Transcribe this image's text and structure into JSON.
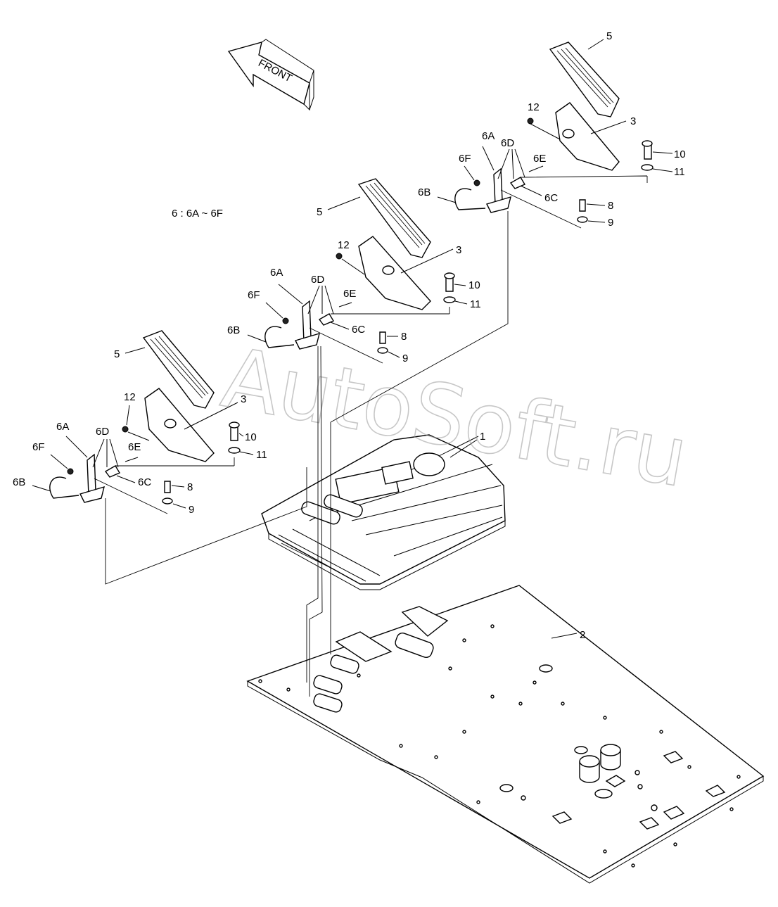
{
  "arrow_label": "FRONT",
  "legend": "6 : 6A ~ 6F",
  "watermark": "AutoSoft.ru",
  "callouts": {
    "right": {
      "pedal": "5",
      "cover": "3",
      "nut": "12",
      "bracket": "6A",
      "spring_group": "6D",
      "pin": "6E",
      "clip": "6F",
      "ubolt": "6B",
      "spring": "6C",
      "bolt_long": "10",
      "washer_long": "11",
      "bolt_short": "8",
      "washer_short": "9"
    },
    "middle": {
      "pedal": "5",
      "cover": "3",
      "nut": "12",
      "bracket": "6A",
      "spring_group": "6D",
      "pin": "6E",
      "clip": "6F",
      "ubolt": "6B",
      "spring": "6C",
      "bolt_long": "10",
      "washer_long": "11",
      "bolt_short": "8",
      "washer_short": "9"
    },
    "left": {
      "pedal": "5",
      "cover": "3",
      "nut": "12",
      "bracket": "6A",
      "spring_group": "6D",
      "pin": "6E",
      "clip": "6F",
      "ubolt": "6B",
      "spring": "6C",
      "bolt_long": "10",
      "washer_long": "11",
      "bolt_short": "8",
      "washer_short": "9"
    }
  },
  "floor_mat_label": "1",
  "floor_plate_label": "2"
}
